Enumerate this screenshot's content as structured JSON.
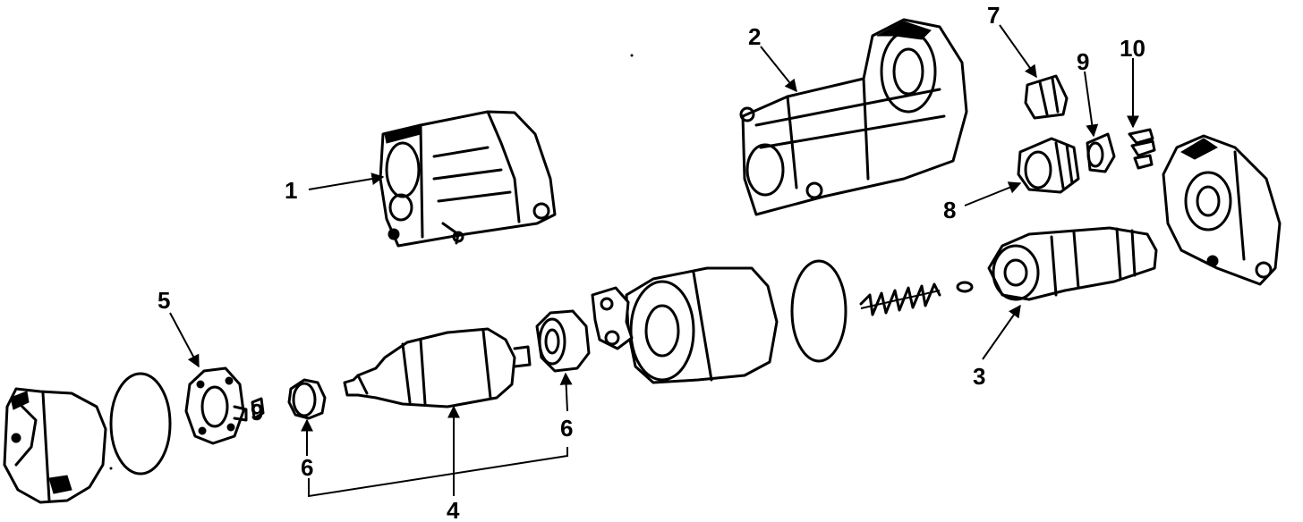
{
  "callouts": {
    "c1": "1",
    "c2": "2",
    "c3": "3",
    "c4": "4",
    "c5": "5",
    "c6a": "6",
    "c6b": "6",
    "c7": "7",
    "c8": "8",
    "c9a": "9",
    "c9b": "9",
    "c10": "10"
  },
  "colors": {
    "ink": "#000000",
    "paper": "#ffffff"
  }
}
